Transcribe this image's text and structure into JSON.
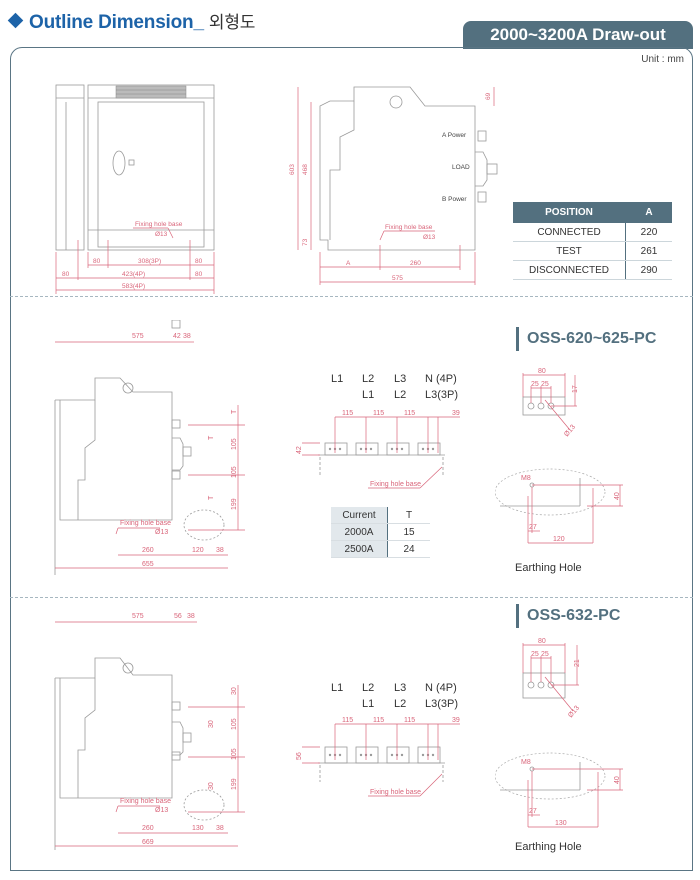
{
  "header": {
    "title": "Outline Dimension_",
    "title_ko": "외형도",
    "tab_label": "2000~3200A Draw-out",
    "unit": "Unit : mm"
  },
  "colors": {
    "title_blue": "#1d63a8",
    "slate": "#53707f",
    "dimension_red": "#d9657a",
    "drawing_gray": "#9a9a9a"
  },
  "section1": {
    "front_view": {
      "fixing_label": "Fixing hole base",
      "fixing_dia": "Ø13",
      "dims": {
        "d80a": "80",
        "d308": "308(3P)",
        "d80b": "80",
        "d80c": "80",
        "d423": "423(4P)",
        "d80d": "80",
        "d583": "583(4P)"
      }
    },
    "side_view": {
      "labels": {
        "a_power": "A Power",
        "load": "LOAD",
        "b_power": "B Power"
      },
      "fixing_label": "Fixing hole base",
      "fixing_dia": "Ø13",
      "dims": {
        "d603": "603",
        "d468": "468",
        "d73": "73",
        "d69": "69",
        "dA": "A",
        "d260": "260",
        "d575": "575"
      }
    },
    "position_table": {
      "headers": [
        "POSITION",
        "A"
      ],
      "rows": [
        [
          "CONNECTED",
          "220"
        ],
        [
          "TEST",
          "261"
        ],
        [
          "DISCONNECTED",
          "290"
        ]
      ]
    }
  },
  "section2": {
    "model": "OSS-620~625-PC",
    "side_dims": {
      "d575": "575",
      "d42": "42",
      "d38": "38",
      "T": "T",
      "d105a": "105",
      "d105b": "105",
      "d199": "199",
      "d260": "260",
      "d120": "120",
      "d38b": "38",
      "d655": "655"
    },
    "fixing_label": "Fixing hole base",
    "fixing_dia": "Ø13",
    "phases_4p": [
      "L1",
      "L2",
      "L3",
      "N (4P)"
    ],
    "phases_3p": [
      "L1",
      "L2",
      "L3(3P)"
    ],
    "bus_dims": {
      "p1": "115",
      "p2": "115",
      "p3": "115",
      "p4": "39",
      "h": "42"
    },
    "bus_fixing_label": "Fixing hole base",
    "current_table": {
      "headers": [
        "Current",
        "T"
      ],
      "rows": [
        [
          "2000A",
          "15"
        ],
        [
          "2500A",
          "24"
        ]
      ]
    },
    "terminal_dims": {
      "w": "80",
      "p1": "25",
      "p2": "25",
      "h": "17",
      "dia": "Ø13"
    },
    "earthing": {
      "bolt": "M8",
      "d27": "27",
      "d120": "120",
      "d40": "40",
      "label": "Earthing Hole"
    }
  },
  "section3": {
    "model": "OSS-632-PC",
    "side_dims": {
      "d575": "575",
      "d56": "56",
      "d38": "38",
      "d30a": "30",
      "d30b": "30",
      "d30c": "30",
      "d105a": "105",
      "d105b": "105",
      "d199": "199",
      "d260": "260",
      "d130": "130",
      "d38b": "38",
      "d669": "669"
    },
    "fixing_label": "Fixing hole base",
    "fixing_dia": "Ø13",
    "phases_4p": [
      "L1",
      "L2",
      "L3",
      "N (4P)"
    ],
    "phases_3p": [
      "L1",
      "L2",
      "L3(3P)"
    ],
    "bus_dims": {
      "p1": "115",
      "p2": "115",
      "p3": "115",
      "p4": "39",
      "h": "56"
    },
    "bus_fixing_label": "Fixing hole base",
    "terminal_dims": {
      "w": "80",
      "p1": "25",
      "p2": "25",
      "h": "21",
      "dia": "Ø13"
    },
    "earthing": {
      "bolt": "M8",
      "d27": "27",
      "d130": "130",
      "d40": "40",
      "label": "Earthing Hole"
    }
  }
}
